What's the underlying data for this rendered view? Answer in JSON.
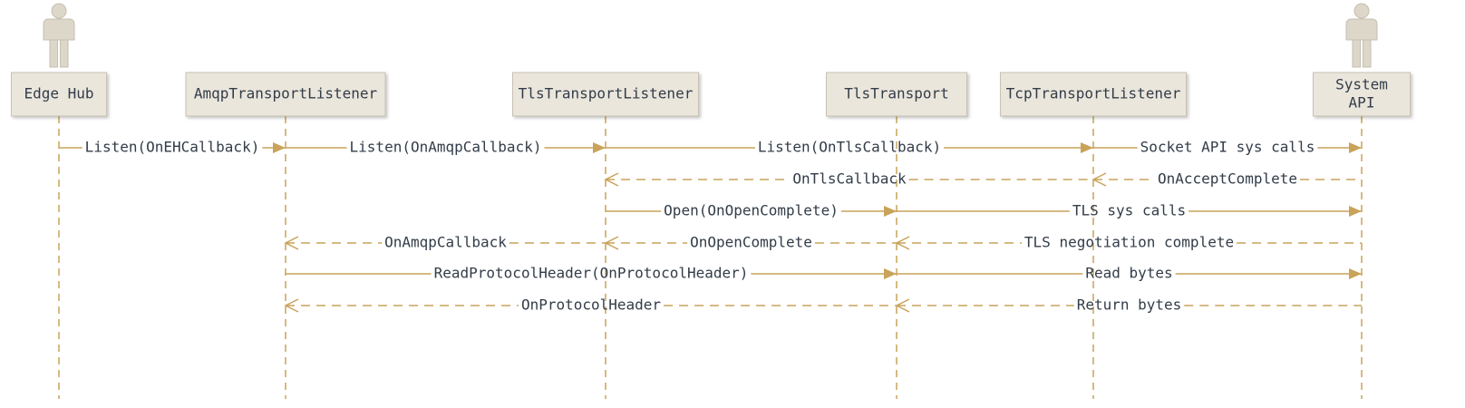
{
  "participants": [
    {
      "id": "edge-hub",
      "label": "Edge Hub",
      "actor": true
    },
    {
      "id": "amqp-transport-listener",
      "label": "AmqpTransportListener",
      "actor": false
    },
    {
      "id": "tls-transport-listener",
      "label": "TlsTransportListener",
      "actor": false
    },
    {
      "id": "tls-transport",
      "label": "TlsTransport",
      "actor": false
    },
    {
      "id": "tcp-transport-listener",
      "label": "TcpTransportListener",
      "actor": false
    },
    {
      "id": "system-api",
      "label": [
        "System",
        "API"
      ],
      "actor": true
    }
  ],
  "messages": [
    {
      "label": "Listen(OnEHCallback)",
      "from": 0,
      "to": 1,
      "type": "call"
    },
    {
      "label": "Listen(OnAmqpCallback)",
      "from": 1,
      "to": 2,
      "type": "call"
    },
    {
      "label": "Listen(OnTlsCallback)",
      "from": 2,
      "to": 4,
      "type": "call"
    },
    {
      "label": "Socket API sys calls",
      "from": 4,
      "to": 5,
      "type": "call"
    },
    {
      "label": "OnTlsCallback",
      "from": 4,
      "to": 2,
      "type": "return"
    },
    {
      "label": "OnAcceptComplete",
      "from": 5,
      "to": 4,
      "type": "return"
    },
    {
      "label": "Open(OnOpenComplete)",
      "from": 2,
      "to": 3,
      "type": "call"
    },
    {
      "label": "TLS sys calls",
      "from": 3,
      "to": 5,
      "type": "call"
    },
    {
      "label": "OnAmqpCallback",
      "from": 2,
      "to": 1,
      "type": "return"
    },
    {
      "label": "OnOpenComplete",
      "from": 3,
      "to": 2,
      "type": "return"
    },
    {
      "label": "TLS negotiation complete",
      "from": 5,
      "to": 3,
      "type": "return"
    },
    {
      "label": "ReadProtocolHeader(OnProtocolHeader)",
      "from": 1,
      "to": 3,
      "type": "call"
    },
    {
      "label": "Read bytes",
      "from": 3,
      "to": 5,
      "type": "call"
    },
    {
      "label": "OnProtocolHeader",
      "from": 3,
      "to": 1,
      "type": "return"
    },
    {
      "label": "Return bytes",
      "from": 5,
      "to": 3,
      "type": "return"
    }
  ],
  "colors": {
    "lifeline": "#c9a35a",
    "arrow": "#c9a35a",
    "box_fill": "#eae6dc",
    "box_border": "#c8c2b2",
    "actor_fill": "#ddd7ca",
    "actor_stroke": "#c5bfb0",
    "text": "#333c48"
  }
}
